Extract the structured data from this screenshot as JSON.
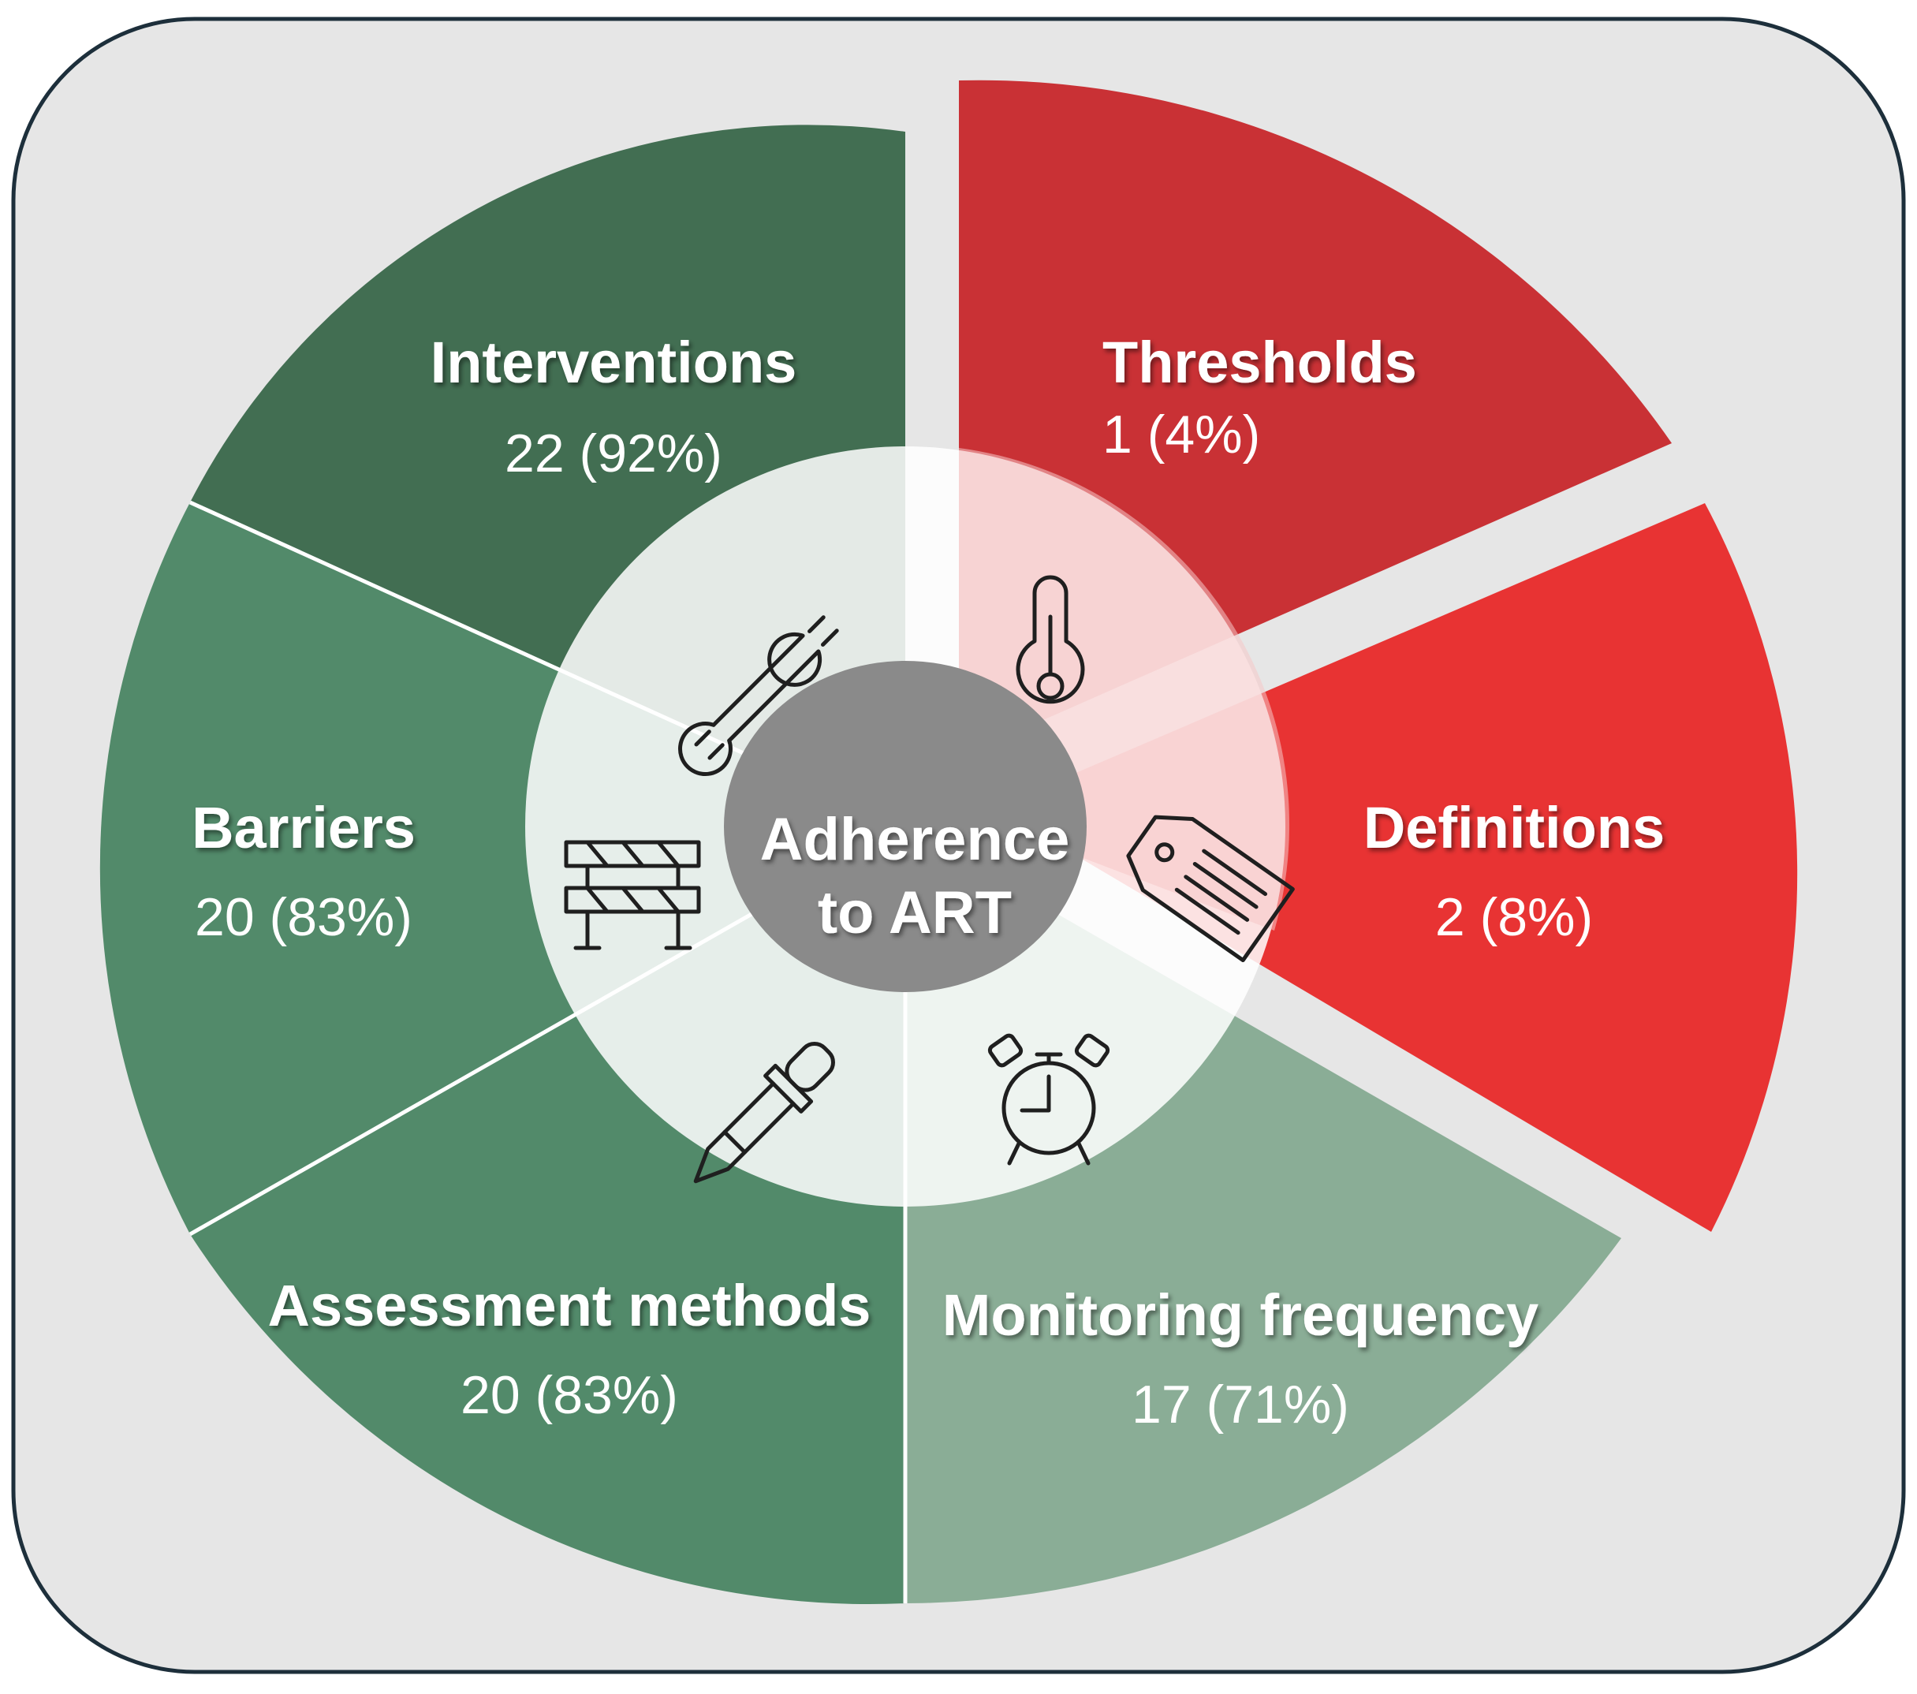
{
  "center": {
    "line1": "Adherence",
    "line2": "to ART"
  },
  "segments": {
    "interventions": {
      "title": "Interventions",
      "value": "22 (92%)",
      "color": "#426e52",
      "icon": "wrench-icon"
    },
    "thresholds": {
      "title": "Thresholds",
      "value": "1 (4%)",
      "color": "#c93135",
      "icon": "thermometer-icon"
    },
    "definitions": {
      "title": "Definitions",
      "value": "2 (8%)",
      "color": "#e83333",
      "icon": "tag-icon"
    },
    "monitoring": {
      "title": "Monitoring frequency",
      "value": "17 (71%)",
      "color": "#8aad96",
      "icon": "alarm-clock-icon"
    },
    "assessment": {
      "title": "Assessment methods",
      "value": "20 (83%)",
      "color": "#528a6a",
      "icon": "dropper-icon"
    },
    "barriers": {
      "title": "Barriers",
      "value": "20 (83%)",
      "color": "#528a6a",
      "icon": "barrier-icon"
    }
  },
  "colors": {
    "frame_background": "#e6e6e6",
    "frame_border": "#1d2f3b",
    "hub": "#8a8a8a"
  }
}
